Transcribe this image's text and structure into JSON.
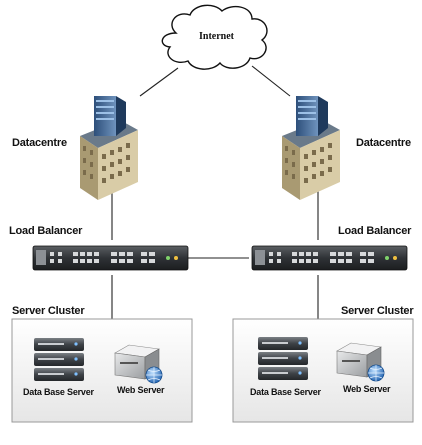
{
  "cloud": {
    "label": "Internet"
  },
  "left": {
    "datacentre_label": "Datacentre",
    "load_balancer_label": "Load Balancer",
    "cluster_label": "Server Cluster",
    "db_server_label": "Data Base Server",
    "web_server_label": "Web Server"
  },
  "right": {
    "datacentre_label": "Datacentre",
    "load_balancer_label": "Load Balancer",
    "cluster_label": "Server Cluster",
    "db_server_label": "Data Base Server",
    "web_server_label": "Web Server"
  }
}
